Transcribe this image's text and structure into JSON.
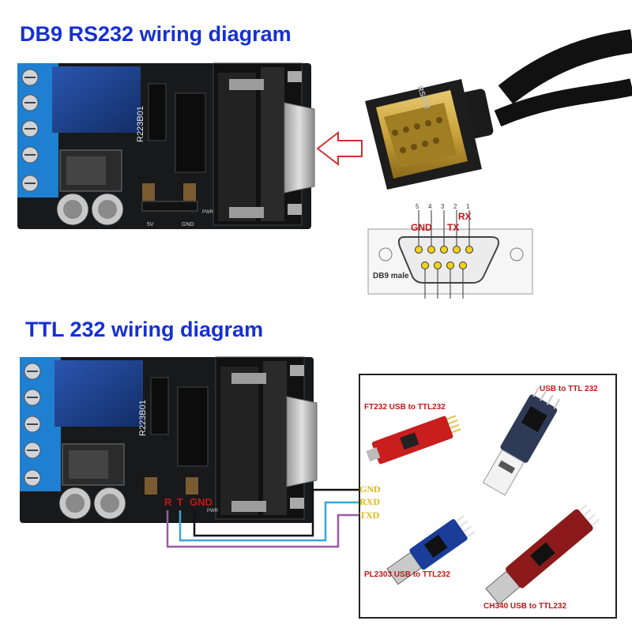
{
  "titles": {
    "rs232": "DB9 RS232 wiring diagram",
    "ttl": "TTL 232 wiring diagram"
  },
  "board": {
    "silk_label": "R223B01",
    "pins": {
      "p5v": "5V",
      "r": "R",
      "t": "T",
      "gnd": "GND",
      "pwr": "PWR"
    }
  },
  "db9": {
    "pin_numbers": [
      "5",
      "4",
      "3",
      "2",
      "1"
    ],
    "gnd": "GND",
    "tx": "TX",
    "rx": "RX",
    "male_label": "DB9 male",
    "cable_label": "RS232"
  },
  "ttl": {
    "board_pins": [
      "R",
      "T",
      "GND"
    ],
    "signals": [
      "GND",
      "RXD",
      "TXD"
    ],
    "adapters": [
      "FT232 USB to TTL232",
      "USB to TTL 232",
      "PL2303 USB to TTL232",
      "CH340 USB to TTL232"
    ]
  },
  "colors": {
    "title": "#1530d6",
    "pcb": "#17191b",
    "terminal": "#1f7fd0",
    "relay": "#1d3f8a",
    "db9_gold": "#c9a23a",
    "wire_gnd": "#111111",
    "wire_rxd": "#3aa6d8",
    "wire_txd": "#9a5aa6",
    "label_red": "#c21818"
  }
}
